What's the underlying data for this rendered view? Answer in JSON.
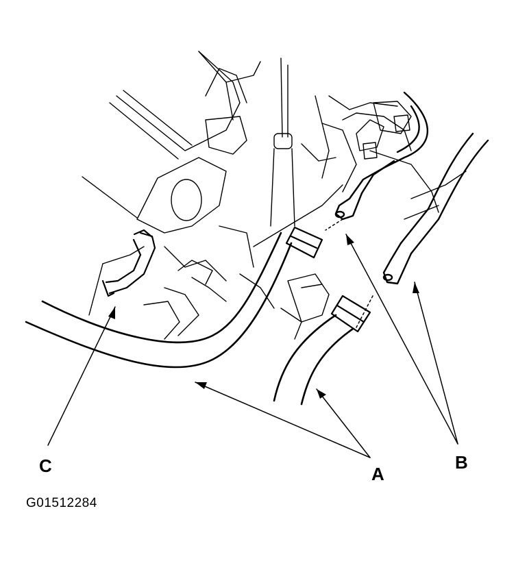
{
  "callouts": {
    "a": "A",
    "b": "B",
    "c": "C"
  },
  "figure_id": "G01512284",
  "colors": {
    "ink": "#000000",
    "paper": "#ffffff"
  }
}
